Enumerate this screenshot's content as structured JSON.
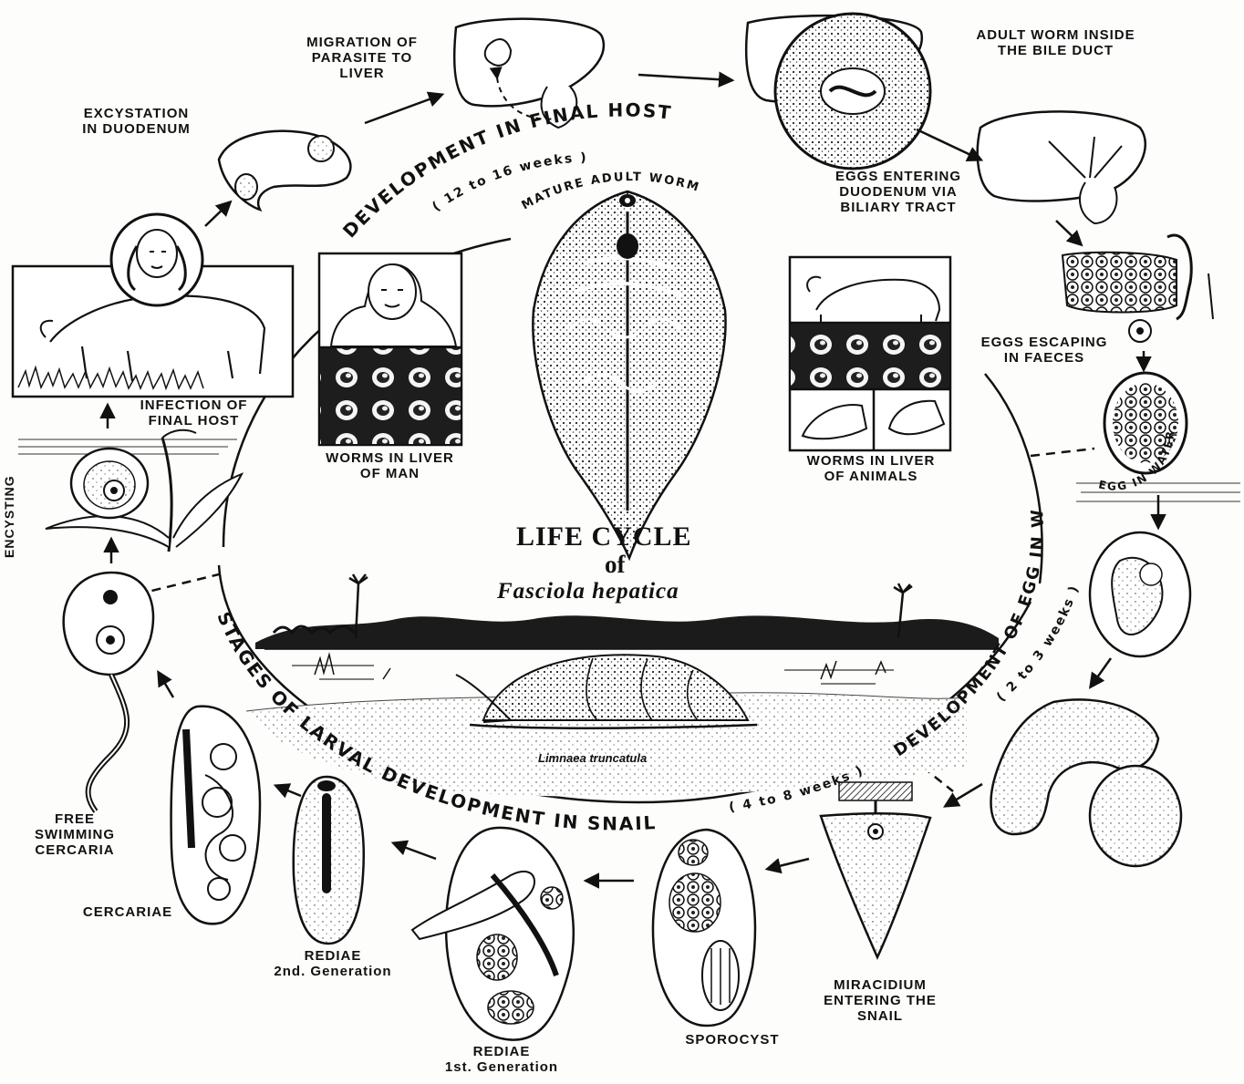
{
  "title": {
    "line1": "LIFE CYCLE",
    "line2": "of",
    "line3": "Fasciola hepatica"
  },
  "arcs": {
    "final_host": "DEVELOPMENT IN FINAL HOST",
    "final_host_duration": "( 12 to 16 weeks )",
    "mature_worm": "MATURE ADULT WORM",
    "larval": "STAGES OF LARVAL DEVELOPMENT IN SNAIL",
    "larval_duration": "( 4 to 8 weeks )",
    "egg_dev": "DEVELOPMENT OF EGG IN WATER",
    "egg_dev_duration": "( 2 to 3 weeks )",
    "egg_in_water": "EGG IN WATER"
  },
  "labels": {
    "migration": "MIGRATION OF\nPARASITE TO\nLIVER",
    "excystation": "EXCYSTATION\nIN DUODENUM",
    "adult_worm_bile": "ADULT WORM INSIDE\nTHE BILE DUCT",
    "eggs_entering": "EGGS ENTERING\nDUODENUM VIA\nBILIARY TRACT",
    "eggs_escaping": "EGGS ESCAPING\nIN FAECES",
    "infection": "INFECTION OF\nFINAL HOST",
    "worms_man": "WORMS IN LIVER\nOF MAN",
    "worms_animals": "WORMS IN LIVER\nOF ANIMALS",
    "encysting": "ENCYSTING",
    "free_cercaria": "FREE\nSWIMMING\nCERCARIA",
    "cercariae": "CERCARIAE",
    "rediae2": "REDIAE\n2nd. Generation",
    "rediae1": "REDIAE\n1st. Generation",
    "sporocyst": "SPOROCYST",
    "miracidium": "MIRACIDIUM\nENTERING THE\nSNAIL",
    "snail": "Limnaea truncatula"
  }
}
